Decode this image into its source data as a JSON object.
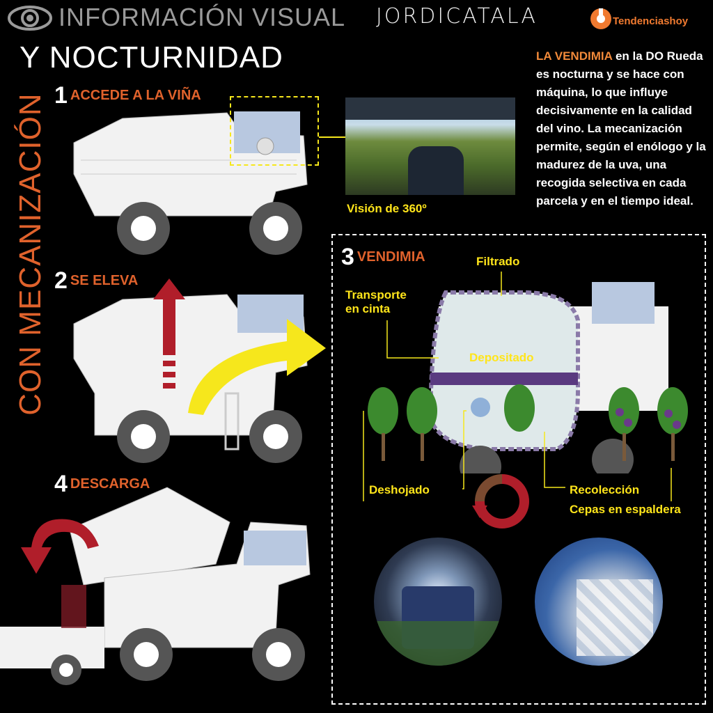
{
  "header": {
    "title": "INFORMACIÓN VISUAL",
    "brand": "JORDICATALA",
    "partner": "Tendenciashoy",
    "subtitle": "Y NOCTURNIDAD",
    "vertical_title": "CON MECANIZACIÓN",
    "icons": [
      "eye-icon",
      "partner-logo-icon"
    ]
  },
  "intro": {
    "highlight": "LA VENDIMIA",
    "text": " en la DO Rueda es nocturna y se hace con máquina, lo que influye decisivamente en la calidad del vino. La mecanización permite, según el enólogo y la madurez de la uva, una recogida selectiva en cada parcela y en el tiempo ideal."
  },
  "steps": [
    {
      "number": "1",
      "label": "ACCEDE A LA VIÑA"
    },
    {
      "number": "2",
      "label": "SE ELEVA"
    },
    {
      "number": "3",
      "label": "VENDIMIA"
    },
    {
      "number": "4",
      "label": "DESCARGA"
    }
  ],
  "labels": {
    "vision": "Visión de 360º",
    "filtrado": "Filtrado",
    "transporte": [
      "Transporte",
      "en cinta"
    ],
    "depositado": "Depositado",
    "deshojado": "Deshojado",
    "recoleccion": "Recolección",
    "cepas": "Cepas en espaldera"
  },
  "colors": {
    "accent_orange": "#e0622c",
    "label_yellow": "#ffe51a",
    "arrow_red": "#b01e2a",
    "arrow_yellow": "#f6e71c",
    "background": "#000000"
  }
}
